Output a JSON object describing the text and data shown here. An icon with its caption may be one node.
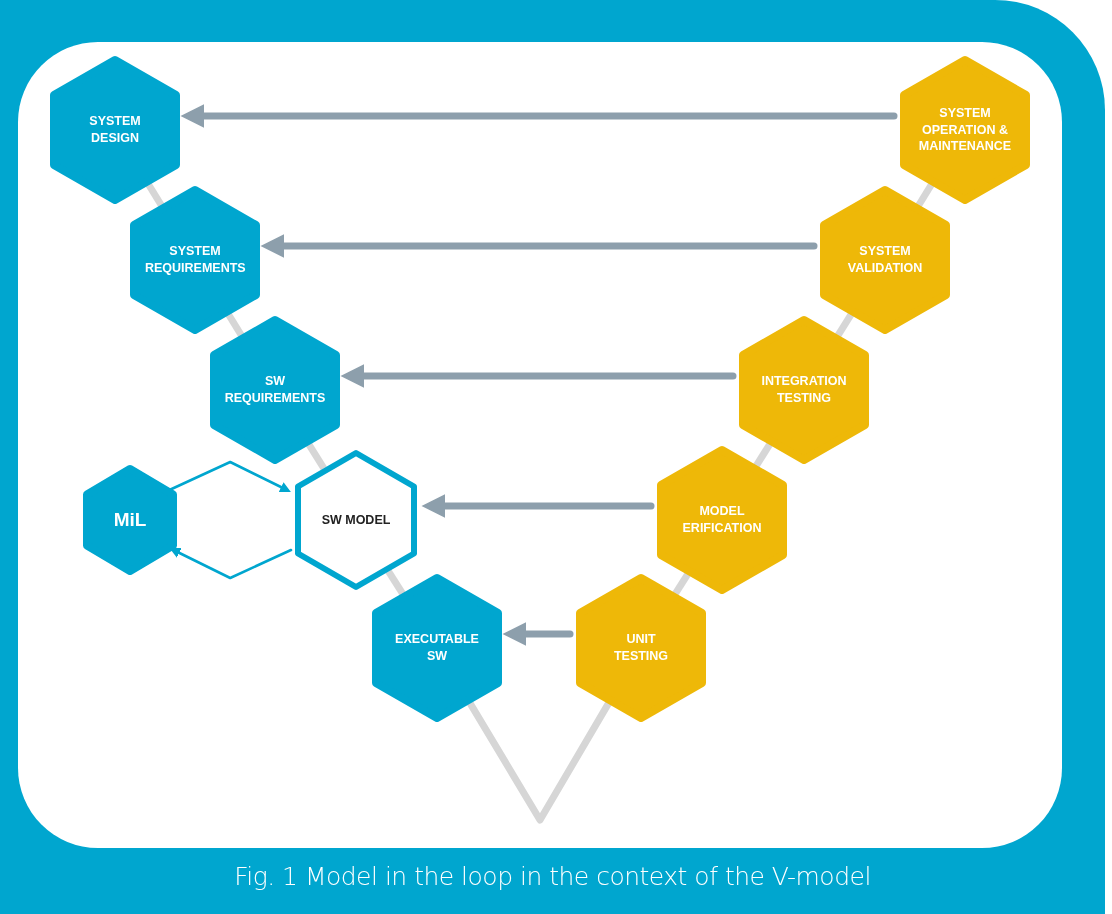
{
  "diagram": {
    "caption": "Fig. 1 Model in the loop in the context of the V-model",
    "nodes": [
      {
        "text": [
          "SYSTEM DESIGN"
        ]
      },
      {
        "text": [
          "SYSTEM REQUIREMENTS"
        ]
      },
      {
        "text": [
          "SW REQUIREMENTS"
        ]
      },
      {
        "text": [
          "SW MODEL"
        ]
      },
      {
        "text": [
          "EXECUTABLE SW"
        ]
      },
      {
        "text": [
          "MiL"
        ]
      },
      {
        "text": [
          "SYSTEM OPERATION & MAINTENANCE"
        ]
      },
      {
        "text": [
          "SYSTEM VALIDATION"
        ]
      },
      {
        "text": [
          "INTEGRATION TESTING"
        ]
      },
      {
        "text": [
          "MODEL ERIFICATION"
        ]
      },
      {
        "text": [
          "UNIT TESTING"
        ]
      }
    ],
    "edges": [
      {
        "from": 0,
        "to": 1,
        "arrow": "none"
      },
      {
        "from": 1,
        "to": 2,
        "arrow": "none"
      },
      {
        "from": 2,
        "to": 3,
        "arrow": "none"
      },
      {
        "from": 3,
        "to": 4,
        "arrow": "none"
      },
      {
        "from": 4,
        "to": 10,
        "arrow": "none"
      },
      {
        "from": 10,
        "to": 9,
        "arrow": "none"
      },
      {
        "from": 9,
        "to": 8,
        "arrow": "none"
      },
      {
        "from": 8,
        "to": 7,
        "arrow": "none"
      },
      {
        "from": 7,
        "to": 6,
        "arrow": "none"
      },
      {
        "from": 6,
        "to": 0,
        "arrow": "to",
        "color": "#8d9fac"
      },
      {
        "from": 7,
        "to": 1,
        "arrow": "to",
        "color": "#8d9fac"
      },
      {
        "from": 8,
        "to": 2,
        "arrow": "to",
        "color": "#8d9fac"
      },
      {
        "from": 9,
        "to": 3,
        "arrow": "to",
        "color": "#8d9fac"
      },
      {
        "from": 10,
        "to": 4,
        "arrow": "to",
        "color": "#8d9fac"
      },
      {
        "from": 5,
        "to": 3,
        "arrow": "to",
        "color": "#00a6cf"
      },
      {
        "from": 3,
        "to": 5,
        "arrow": "to",
        "color": "#00a6cf"
      }
    ]
  }
}
